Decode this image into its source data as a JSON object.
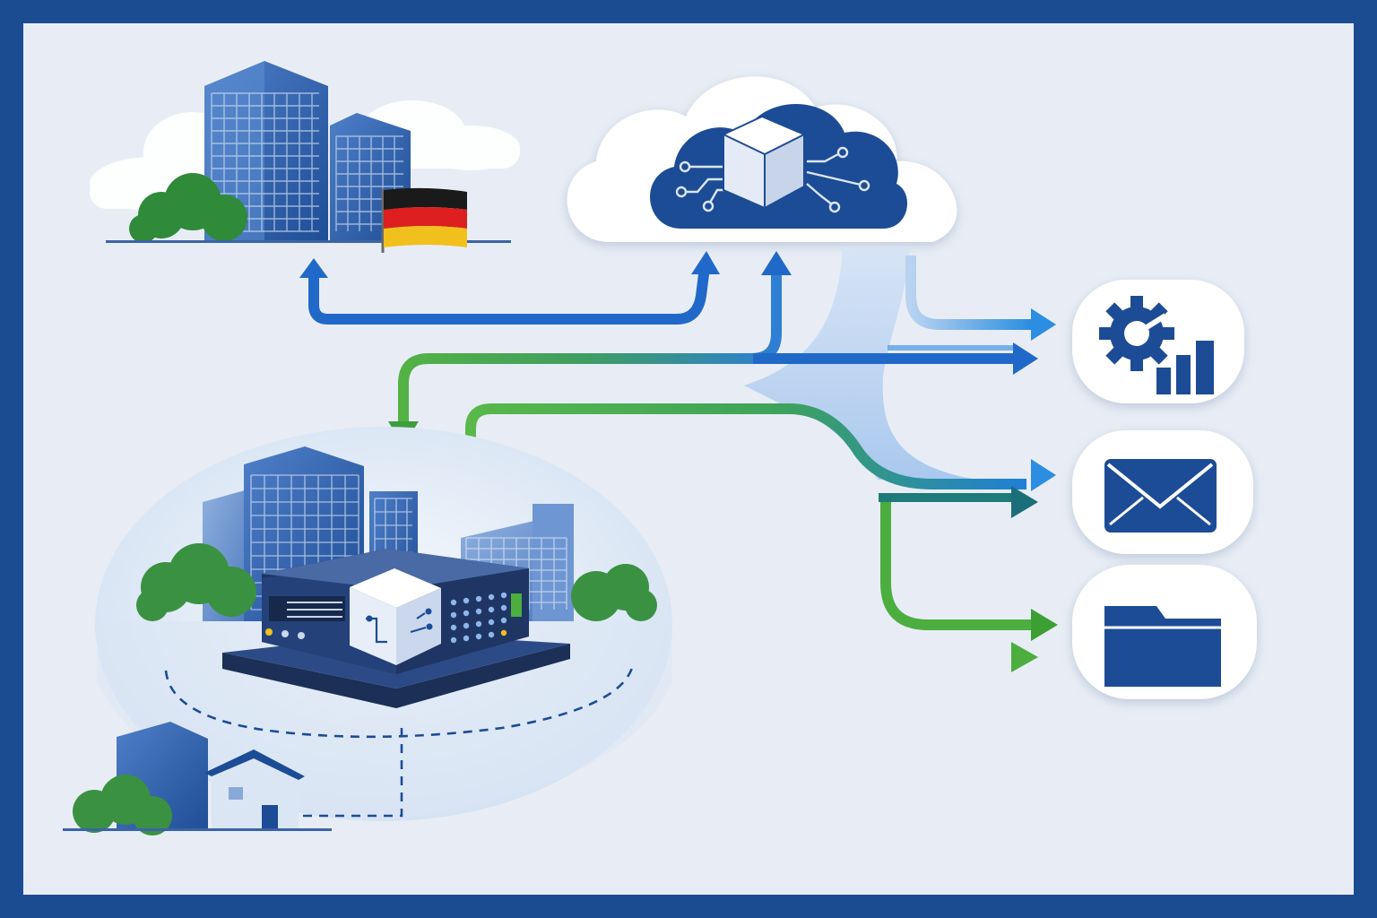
{
  "diagram": {
    "nodes": [
      {
        "id": "hq",
        "name": "headquarters-buildings-germany"
      },
      {
        "id": "cloud",
        "name": "cloud-integration-hub"
      },
      {
        "id": "edge",
        "name": "on-premise-edge-server-campus"
      },
      {
        "id": "analytics",
        "name": "analytics-service"
      },
      {
        "id": "mail",
        "name": "email-service"
      },
      {
        "id": "storage",
        "name": "file-storage-service"
      }
    ],
    "edges": [
      {
        "from": "hq",
        "to": "cloud",
        "color": "blue"
      },
      {
        "from": "cloud",
        "to": "edge",
        "color": "green"
      },
      {
        "from": "cloud",
        "to": "analytics",
        "color": "blue"
      },
      {
        "from": "cloud",
        "to": "mail",
        "color": "blue"
      },
      {
        "from": "edge",
        "to": "mail",
        "color": "green"
      },
      {
        "from": "edge",
        "to": "storage",
        "color": "green"
      }
    ]
  },
  "colors": {
    "frame": "#1b4b91",
    "background": "#e8edf5",
    "navy": "#16448c",
    "arrow_blue": "#2169c9",
    "arrow_green": "#4cae3f",
    "flag_black": "#1a1a1a",
    "flag_red": "#dd1f1f",
    "flag_gold": "#f2c01c"
  }
}
